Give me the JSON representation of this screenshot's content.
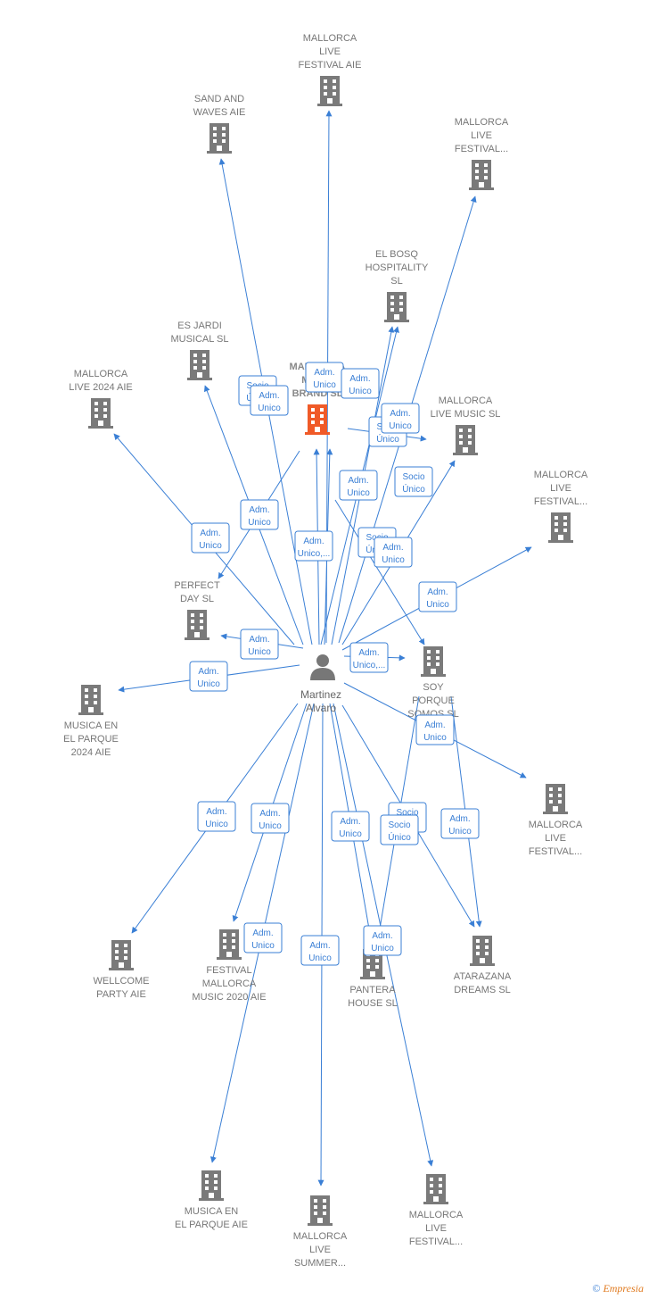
{
  "colors": {
    "edge": "#3a7fd5",
    "company": "#7a7a7a",
    "highlight": "#f05a28",
    "person": "#777777"
  },
  "center": {
    "id": "person",
    "lines": [
      "Martinez",
      "Alvaro"
    ],
    "icon": "person-icon"
  },
  "nodes": [
    {
      "id": "mallorca-live-festival-aie",
      "lines": [
        "MALLORCA",
        "LIVE",
        "FESTIVAL AIE"
      ]
    },
    {
      "id": "sand-and-waves",
      "lines": [
        "SAND AND",
        "WAVES AIE"
      ]
    },
    {
      "id": "mallorca-live-festival-top",
      "lines": [
        "MALLORCA",
        "LIVE",
        "FESTIVAL..."
      ]
    },
    {
      "id": "el-bosq",
      "lines": [
        "EL BOSQ",
        "HOSPITALITY",
        "SL"
      ]
    },
    {
      "id": "es-jardi",
      "lines": [
        "ES JARDI",
        "MUSICAL  SL"
      ]
    },
    {
      "id": "mallorca-live-2024",
      "lines": [
        "MALLORCA",
        "LIVE 2024 AIE"
      ]
    },
    {
      "id": "mallorca-music-brand",
      "lines": [
        "MALLORCA",
        "MUSIC",
        "BRAND  SL"
      ],
      "highlight": true
    },
    {
      "id": "mallorca-live-music",
      "lines": [
        "MALLORCA",
        "LIVE MUSIC  SL"
      ]
    },
    {
      "id": "mallorca-live-festival-right",
      "lines": [
        "MALLORCA",
        "LIVE",
        "FESTIVAL..."
      ]
    },
    {
      "id": "perfect-day",
      "lines": [
        "PERFECT",
        "DAY  SL"
      ]
    },
    {
      "id": "soy-porque",
      "lines": [
        "SOY",
        "PORQUE",
        "SOMOS  SL"
      ]
    },
    {
      "id": "musica-parque-2024",
      "lines": [
        "MUSICA EN",
        "EL PARQUE",
        "2024 AIE"
      ]
    },
    {
      "id": "mallorca-live-festival-lowright",
      "lines": [
        "MALLORCA",
        "LIVE",
        "FESTIVAL..."
      ]
    },
    {
      "id": "wellcome-party",
      "lines": [
        "WELLCOME",
        "PARTY AIE"
      ]
    },
    {
      "id": "festival-mallorca-music-2020",
      "lines": [
        "FESTIVAL",
        "MALLORCA",
        "MUSIC 2020 AIE"
      ]
    },
    {
      "id": "pantera-house",
      "lines": [
        "PANTERA",
        "HOUSE  SL"
      ]
    },
    {
      "id": "atarazana-dreams",
      "lines": [
        "ATARAZANA",
        "DREAMS  SL"
      ]
    },
    {
      "id": "musica-parque",
      "lines": [
        "MUSICA EN",
        "EL PARQUE AIE"
      ]
    },
    {
      "id": "mallorca-live-summer",
      "lines": [
        "MALLORCA",
        "LIVE",
        "SUMMER..."
      ]
    },
    {
      "id": "mallorca-live-festival-bottom",
      "lines": [
        "MALLORCA",
        "LIVE",
        "FESTIVAL..."
      ]
    }
  ],
  "edge_labels": [
    [
      "Adm.",
      "Unico"
    ],
    [
      "Socio",
      "Único"
    ],
    [
      "Adm.",
      "Unico"
    ],
    [
      "Adm.",
      "Unico"
    ],
    [
      "Socio",
      "Único"
    ],
    [
      "Adm.",
      "Unico"
    ],
    [
      "Adm.",
      "Unico"
    ],
    [
      "Socio",
      "Único"
    ],
    [
      "Adm.",
      "Unico"
    ],
    [
      "Adm.",
      "Unico,..."
    ],
    [
      "Socio",
      "Único"
    ],
    [
      "Adm.",
      "Unico"
    ],
    [
      "Adm.",
      "Unico"
    ],
    [
      "Adm.",
      "Unico"
    ],
    [
      "Adm.",
      "Unico"
    ],
    [
      "Adm.",
      "Unico,..."
    ],
    [
      "Adm.",
      "Unico"
    ],
    [
      "Adm.",
      "Unico"
    ],
    [
      "Adm.",
      "Unico"
    ],
    [
      "Adm.",
      "Unico"
    ],
    [
      "Adm.",
      "Unico"
    ],
    [
      "Adm.",
      "Unico"
    ],
    [
      "Socio",
      "Único"
    ],
    [
      "Socio",
      "Único"
    ],
    [
      "Adm.",
      "Unico"
    ],
    [
      "Adm.",
      "Unico"
    ],
    [
      "Adm.",
      "Unico"
    ]
  ],
  "footer": {
    "copyright": "©",
    "brand": "Empresia"
  }
}
